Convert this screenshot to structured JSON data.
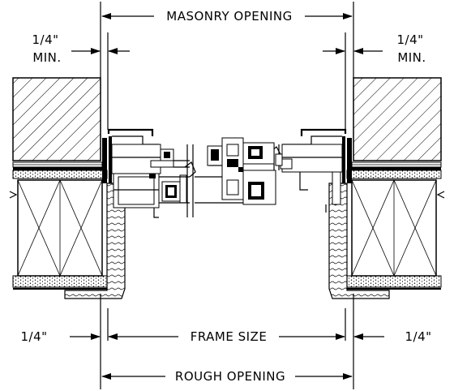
{
  "dimensions": {
    "masonry_opening": "MASONRY OPENING",
    "left_clearance_top_line1": "1/4\"",
    "left_clearance_top_line2": "MIN.",
    "right_clearance_top_line1": "1/4\"",
    "right_clearance_top_line2": "MIN.",
    "left_clearance_bottom": "1/4\"",
    "right_clearance_bottom": "1/4\"",
    "frame_size": "FRAME SIZE",
    "rough_opening": "ROUGH OPENING"
  }
}
